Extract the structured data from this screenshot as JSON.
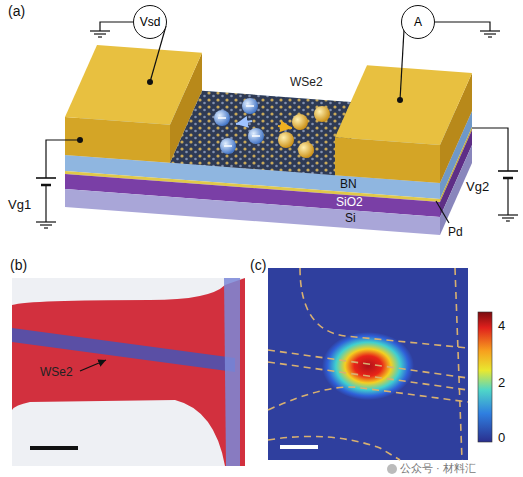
{
  "diagram": {
    "nodes": [
      {
        "text": [
          "Vsd"
        ]
      },
      {
        "text": [
          "A"
        ]
      }
    ],
    "labels": [
      "(a)",
      "WSe2",
      "Vg1",
      "Vg2",
      "BN",
      "SiO2",
      "Si",
      "Pd",
      "(b)",
      "WSe2",
      "(c)",
      "4",
      "2",
      "0",
      "公众号 · 材料汇"
    ]
  }
}
